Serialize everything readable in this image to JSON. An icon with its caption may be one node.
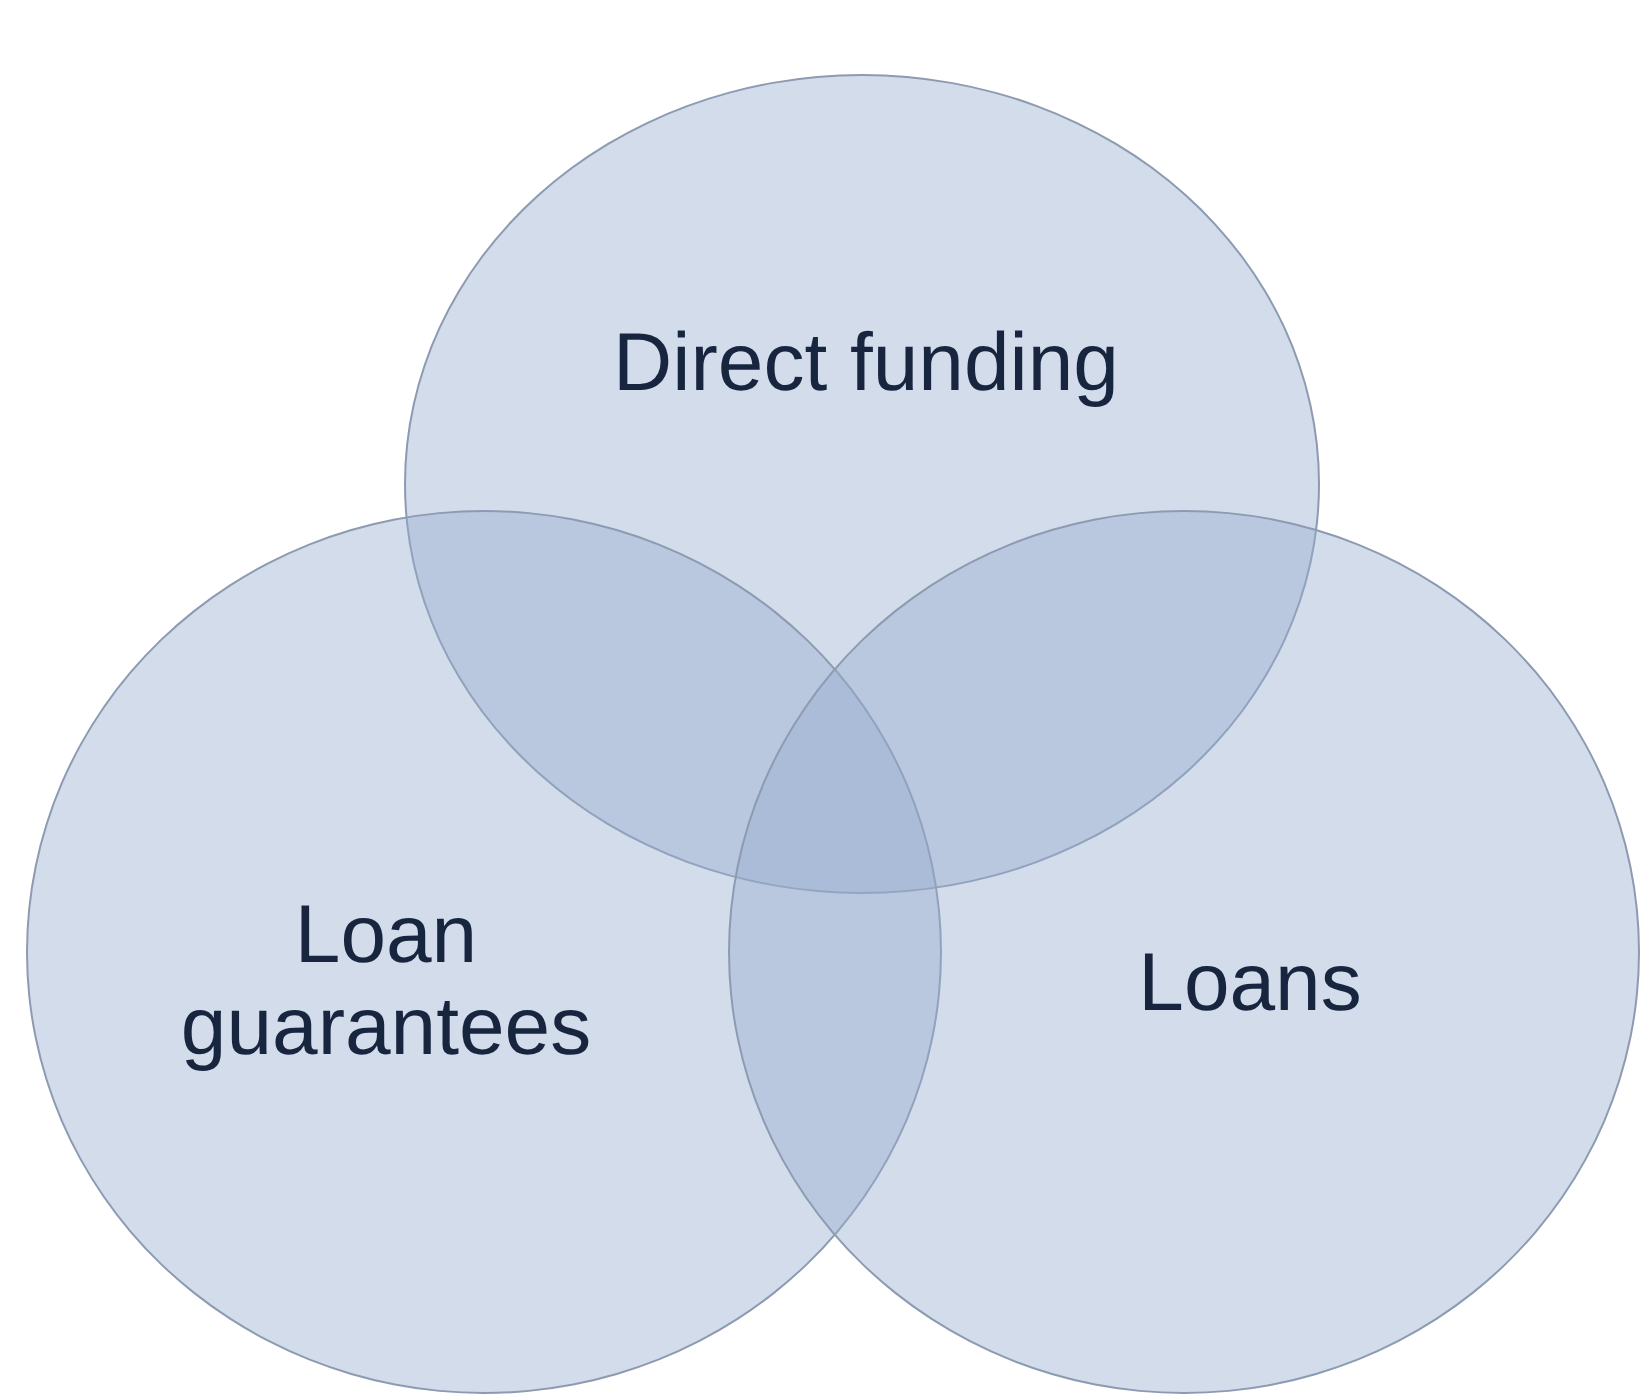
{
  "diagram": {
    "nodes": [
      {
        "text": [
          "Direct funding"
        ]
      },
      {
        "text": [
          "Loan guarantees"
        ]
      },
      {
        "text": [
          "Loans"
        ]
      }
    ]
  }
}
